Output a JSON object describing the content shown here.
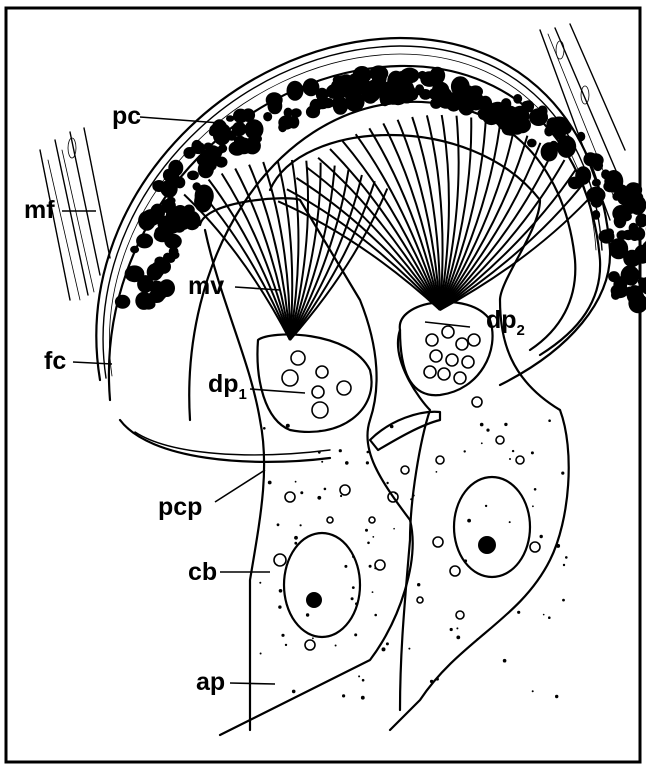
{
  "colors": {
    "ink": "#000000",
    "paper": "#ffffff"
  },
  "labels": {
    "pc": "pc",
    "mf": "mf",
    "mv": "mv",
    "fc": "fc",
    "dp1_main": "dp",
    "dp1_sub": "1",
    "dp2_main": "dp",
    "dp2_sub": "2",
    "pcp": "pcp",
    "cb": "cb",
    "ap": "ap"
  }
}
